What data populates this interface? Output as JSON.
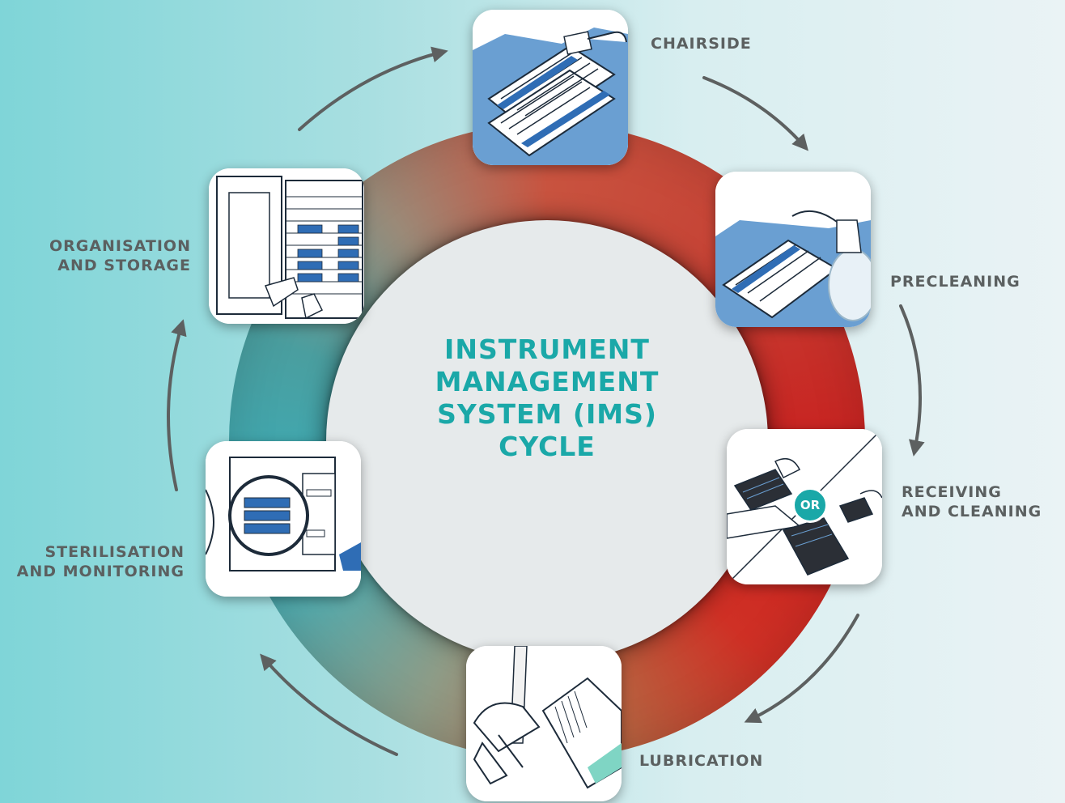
{
  "title_lines": [
    "INSTRUMENT",
    "MANAGEMENT",
    "SYSTEM (IMS) CYCLE"
  ],
  "steps": [
    {
      "lines": [
        "CHAIRSIDE"
      ]
    },
    {
      "lines": [
        "PRECLEANING"
      ]
    },
    {
      "lines": [
        "RECEIVING",
        "AND CLEANING"
      ]
    },
    {
      "lines": [
        "LUBRICATION"
      ]
    },
    {
      "lines": [
        "STERILISATION",
        "AND MONITORING"
      ]
    },
    {
      "lines": [
        "ORGANISATION",
        "AND STORAGE"
      ]
    }
  ],
  "or_badge": "OR",
  "colors": {
    "accent": "#1aa8a8",
    "label": "#5b6060",
    "arrow": "#5d6060",
    "tile_blue": "#6a9fd2"
  }
}
